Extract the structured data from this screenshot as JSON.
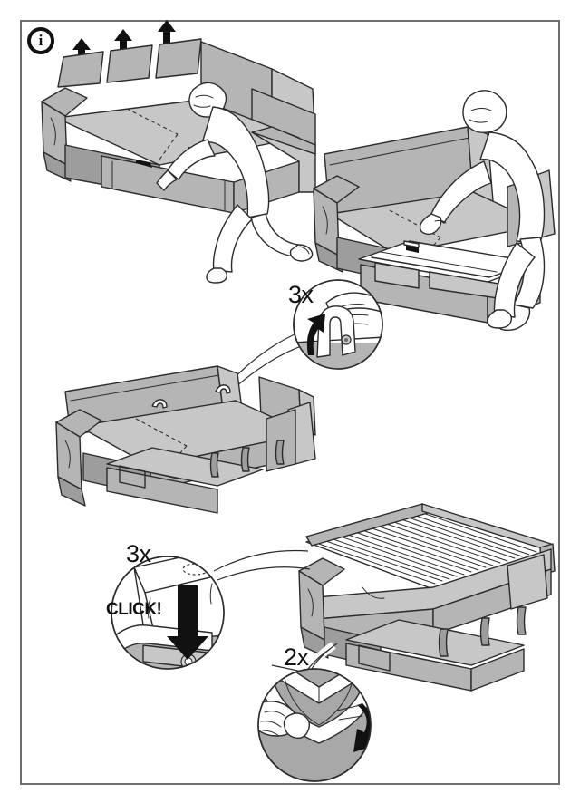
{
  "page": {
    "kind": "assembly-instruction-sheet",
    "title": "Sofa-bed conversion instructions",
    "border_color": "#6e6e6e",
    "background": "#ffffff"
  },
  "info_badge": {
    "name": "information-icon",
    "glyph": "i"
  },
  "palette": {
    "outline": "#2b2b2b",
    "fabric_gray": "#b5b5b5",
    "fabric_gray_dark": "#9a9a9a",
    "fabric_gray_light": "#c9c9c9",
    "arrow_black": "#111111",
    "white": "#ffffff",
    "callout_gray": "#a8a8a8"
  },
  "steps": [
    {
      "id": "step-1",
      "name": "remove-back-cushions-and-open-storage",
      "description": "Person kneeling beside sofa lifts the three back cushions upward and opens the storage base.",
      "arrows": 3,
      "arrow_direction": "up"
    },
    {
      "id": "step-2",
      "name": "pull-out-storage-box",
      "description": "Person standing pulls the storage box forward out of the sofa frame."
    },
    {
      "id": "step-3",
      "name": "unfold-seat-platform",
      "description": "Sofa with the seat platform pulled forward and support straps hanging."
    },
    {
      "id": "step-4",
      "name": "bed-fully-extended",
      "description": "Sofa converted to a bed with the slatted base folded out flat."
    }
  ],
  "callouts": [
    {
      "id": "callout-strap-lift",
      "name": "callout-3x-lift-strap",
      "count_label": "3x",
      "description": "Hand lifting the fabric strap latch upward.",
      "arrow_direction": "up"
    },
    {
      "id": "callout-click",
      "name": "callout-3x-click-snap",
      "count_label": "3x",
      "click_label": "CLICK!",
      "description": "Press the panel down until the snap fitting clicks into place.",
      "arrow_direction": "down"
    },
    {
      "id": "callout-strap-pull",
      "name": "callout-2x-pull-strap",
      "count_label": "2x",
      "description": "Both hands pull the looped strap to release the leg.",
      "arrow_direction": "curved-right"
    }
  ]
}
